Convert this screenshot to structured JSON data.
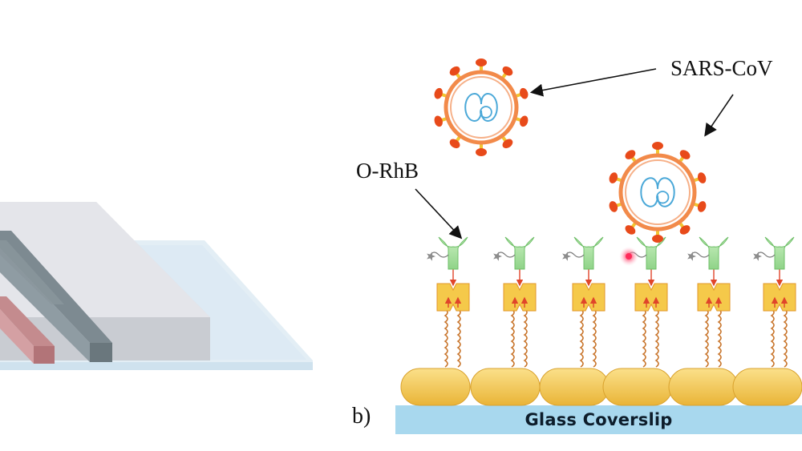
{
  "labels": {
    "virus": "SARS-CoV",
    "probe": "O-RhB",
    "panel": "b)",
    "substrate": "Glass Coverslip"
  },
  "colors": {
    "substrate": "#a8d8ee",
    "bead": "#f5c94a",
    "linker": "#e8a44e",
    "antibody": "#a9e0a0",
    "virus_shell": "#f28a4a",
    "virus_spike": "#e84a1a",
    "rna": "#4aa8d8",
    "fluor_on": "#ff2a5a",
    "fluor_off": "#8c8c8c"
  },
  "icons": [
    "virus-icon",
    "antibody-icon",
    "fluorophore-icon",
    "linker-icon",
    "gold-bead-icon",
    "arrow-icon"
  ],
  "panel_a": {
    "layers": [
      "glass-slab",
      "channel-block",
      "rod-gray-1",
      "rod-gray-2",
      "rod-red"
    ]
  }
}
